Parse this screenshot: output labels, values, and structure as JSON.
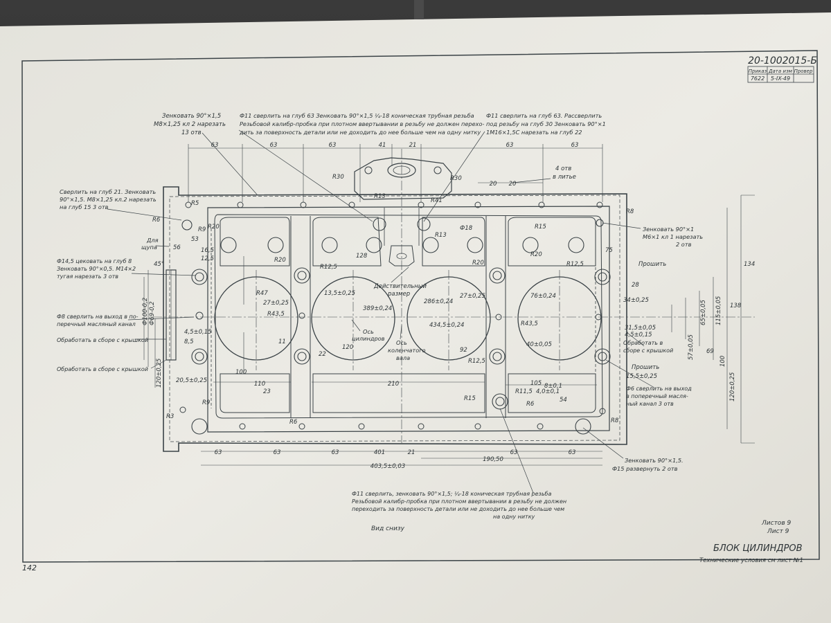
{
  "document": {
    "number": "20-1002015-Б",
    "page_number": "142",
    "revision_table": {
      "headers": [
        "Приказ",
        "Дата изм",
        "Провер"
      ],
      "row": [
        "7622",
        "5-IX-49",
        ""
      ]
    }
  },
  "title_block": {
    "sheets_total": "Листов 9",
    "sheet": "Лист 9",
    "title": "БЛОК ЦИЛИНДРОВ",
    "subtitle": "Технические условия см лист №1"
  },
  "view_label": "Вид снизу",
  "notes": {
    "top_left_counter": [
      "Зенковать 90°×1,5",
      "М8×1,25 кл 2 нарезать",
      "13 отв"
    ],
    "top_center": [
      "Ф11 сверлить на глуб 63 Зенковать 90°×1,5 ¼-18 коническая трубная резьба",
      "Резьбовой калибр-пробка при плотном ввертывании в резьбу не должен перехо-",
      "дить за поверхность детали или не доходить до нее больше чем на одну нитку"
    ],
    "top_right": [
      "Ф11 сверлить на глуб 63. Рассверлить",
      "под резьбу на глуб 30 Зенковать 90°×1",
      "1М16×1,5С нарезать на глуб 22"
    ],
    "holes_cast": [
      "4 отв",
      "в литье"
    ],
    "left_drill": [
      "Сверлить на глуб 21. Зенковать",
      "90°×1,5. М8×1,25 кл.2 нарезать",
      "на глуб 15  3 отв"
    ],
    "dipstick": [
      "Для",
      "щупа"
    ],
    "left_ph145": [
      "Ф14,5 цековать на глуб 8",
      "Зенковать 90°×0,5. М14×2",
      "тугая нарезать 3 отв"
    ],
    "left_oil": [
      "Ф8 сверлить на выход в по-",
      "перечный масляный канал"
    ],
    "machine_with_cap_1": "Обработать в сборе с крышкой",
    "machine_with_cap_2": "Обработать в сборе с крышкой",
    "right_counter": [
      "Зенковать 90°×1",
      "М6×1 кл 1 нарезать",
      "2 отв"
    ],
    "prosh_1": "Прошить",
    "right_machine": [
      "Обработать в",
      "сборе с крышкой"
    ],
    "prosh_2": "Прошить",
    "right_ph6": [
      "Ф6 сверлить на выход",
      "в поперечный масля-",
      "ный канал 3 отв"
    ],
    "bottom_right_counter": [
      "Зенковать 90°×1,5.",
      "Ф15 развернуть 2 отв"
    ],
    "bottom_center": [
      "Ф11 сверлить, зенковать 90°×1,5; ¼-18 коническая трубная резьба",
      "Резьбовой калибр-пробка при плотном ввертывании в резьбу не должен",
      "переходить за поверхность детали или не доходить до нее больше чем",
      "на одну нитку"
    ],
    "actual_size": [
      "Действительный",
      "размер"
    ],
    "cylinder_axis": [
      "Ось",
      "цилиндров"
    ],
    "crankshaft_axis": [
      "Ось",
      "коленчатого",
      "вала"
    ]
  },
  "dims": {
    "top_row": [
      "63",
      "63",
      "63",
      "41",
      "21",
      "63",
      "63"
    ],
    "top_20": [
      "20",
      "20"
    ],
    "bottom_row": [
      "63",
      "63",
      "63",
      "21",
      "63",
      "63"
    ],
    "b_190": "190,50",
    "b_4035": "403,5±0,03",
    "b_401": "401",
    "d_210": "210",
    "d_110": "110",
    "d_105": "105",
    "d_100": "100",
    "d_128": "128",
    "d_120": "120",
    "d_92": "92",
    "d_134": "134",
    "d_138": "138",
    "d_69": "69",
    "d_23": "23",
    "d_22": "22",
    "d_11": "11",
    "d_45deg": "45°",
    "r_labels": [
      "R5",
      "R6",
      "R9",
      "R20",
      "R20",
      "R12,5",
      "R43,5",
      "R47",
      "R30",
      "R41",
      "R30",
      "R13",
      "R13",
      "R15",
      "R15",
      "R12,5",
      "R8",
      "R8",
      "R6",
      "R9",
      "R3",
      "R12,5",
      "R43,5",
      "R11,5",
      "R6",
      "R20",
      "R20"
    ],
    "misc": [
      "Ф18",
      "27±0,25",
      "389±0,24",
      "286±0,24",
      "434,5±0,24",
      "27±0,25",
      "76±0,24",
      "13,5±0,25",
      "15,5±0,25",
      "Ф100-0,2",
      "Ф69-0,2",
      "120±0,25",
      "20,5±0,25",
      "4,5±0,15",
      "8,5",
      "16,5",
      "12,5",
      "56",
      "53",
      "75",
      "28",
      "34±0,25",
      "31,5±0,05",
      "4,5±0,15",
      "40±0,05",
      "4,0±0,1",
      "8±0,1",
      "54",
      "65±0,05",
      "57±0,05",
      "115±0,05",
      "100",
      "120±0,25"
    ]
  },
  "colors": {
    "paper": "#ebeae4",
    "ink": "#3a4246",
    "background": "#2b2b2b"
  }
}
